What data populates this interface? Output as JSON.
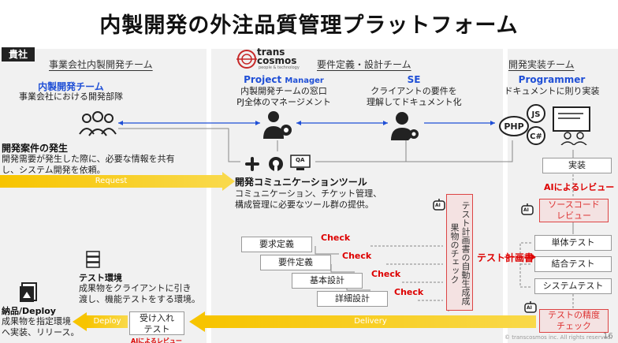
{
  "title": "内製開発の外注品質管理プラットフォーム",
  "company_tag": "貴社",
  "lanes": {
    "client": "事業会社内製開発チーム",
    "requirements": "要件定義・設計チーム",
    "implementation": "開発実装チーム"
  },
  "logo": {
    "line1": "trans",
    "line2": "cosmos",
    "line3": "people & technology"
  },
  "roles": {
    "inhouse": {
      "title": "内製開発チーム",
      "desc": "事業会社における開発部隊"
    },
    "pm": {
      "title_en": "Project",
      "title_rest": "Manager",
      "desc1": "内製開発チームの窓口",
      "desc2": "PJ全体のマネージメント"
    },
    "se": {
      "title": "SE",
      "desc1": "クライアントの要件を",
      "desc2": "理解してドキュメント化"
    },
    "programmer": {
      "title": "Programmer",
      "desc": "ドキュメントに則り実装"
    }
  },
  "project_start": {
    "title": "開発案件の発生",
    "desc1": "開発需要が発生した際に、必要な情報を共有",
    "desc2": "し、システム開発を依頼。"
  },
  "request_label": "Request",
  "tools": {
    "title": "開発コミュニケーションツール",
    "desc1": "コミュニケーション、チケット管理、",
    "desc2": "構成管理に必要なツール群の提供。",
    "qa_label": "QA"
  },
  "implement_box": "実装",
  "ai_review_label": "AIによるレビュー",
  "source_review": {
    "line1": "ソースコード",
    "line2": "レビュー"
  },
  "ai_badge": "AI",
  "auto_check": "テスト計画書の自動生成成果物のチェック",
  "docs": [
    {
      "label": "要求定義",
      "check": "Check"
    },
    {
      "label": "要件定義",
      "check": "Check"
    },
    {
      "label": "基本設計",
      "check": "Check"
    },
    {
      "label": "詳細設計",
      "check": "Check"
    }
  ],
  "test_plan": "テスト計画書",
  "tests": [
    "単体テスト",
    "結合テスト",
    "システムテスト"
  ],
  "test_precision": {
    "line1": "テストの精度",
    "line2": "チェック"
  },
  "test_env": {
    "title": "テスト環境",
    "desc1": "成果物をクライアントに引き",
    "desc2": "渡し、機能テストをする環境。"
  },
  "deploy": {
    "title": "納品/Deploy",
    "desc1": "成果物を指定環境",
    "desc2": "へ実装、リリース。",
    "arrow": "Deploy"
  },
  "acceptance": {
    "line1": "受け入れ",
    "line2": "テスト"
  },
  "acceptance_ai": "AIによるレビュー",
  "delivery_label": "Delivery",
  "footer": "© transcosmos inc. All rights reserved.",
  "page_number": "16",
  "colors": {
    "accent_blue": "#1f4fd6",
    "check_red": "#dd0000",
    "arrow_yellow": "#f7c400"
  }
}
